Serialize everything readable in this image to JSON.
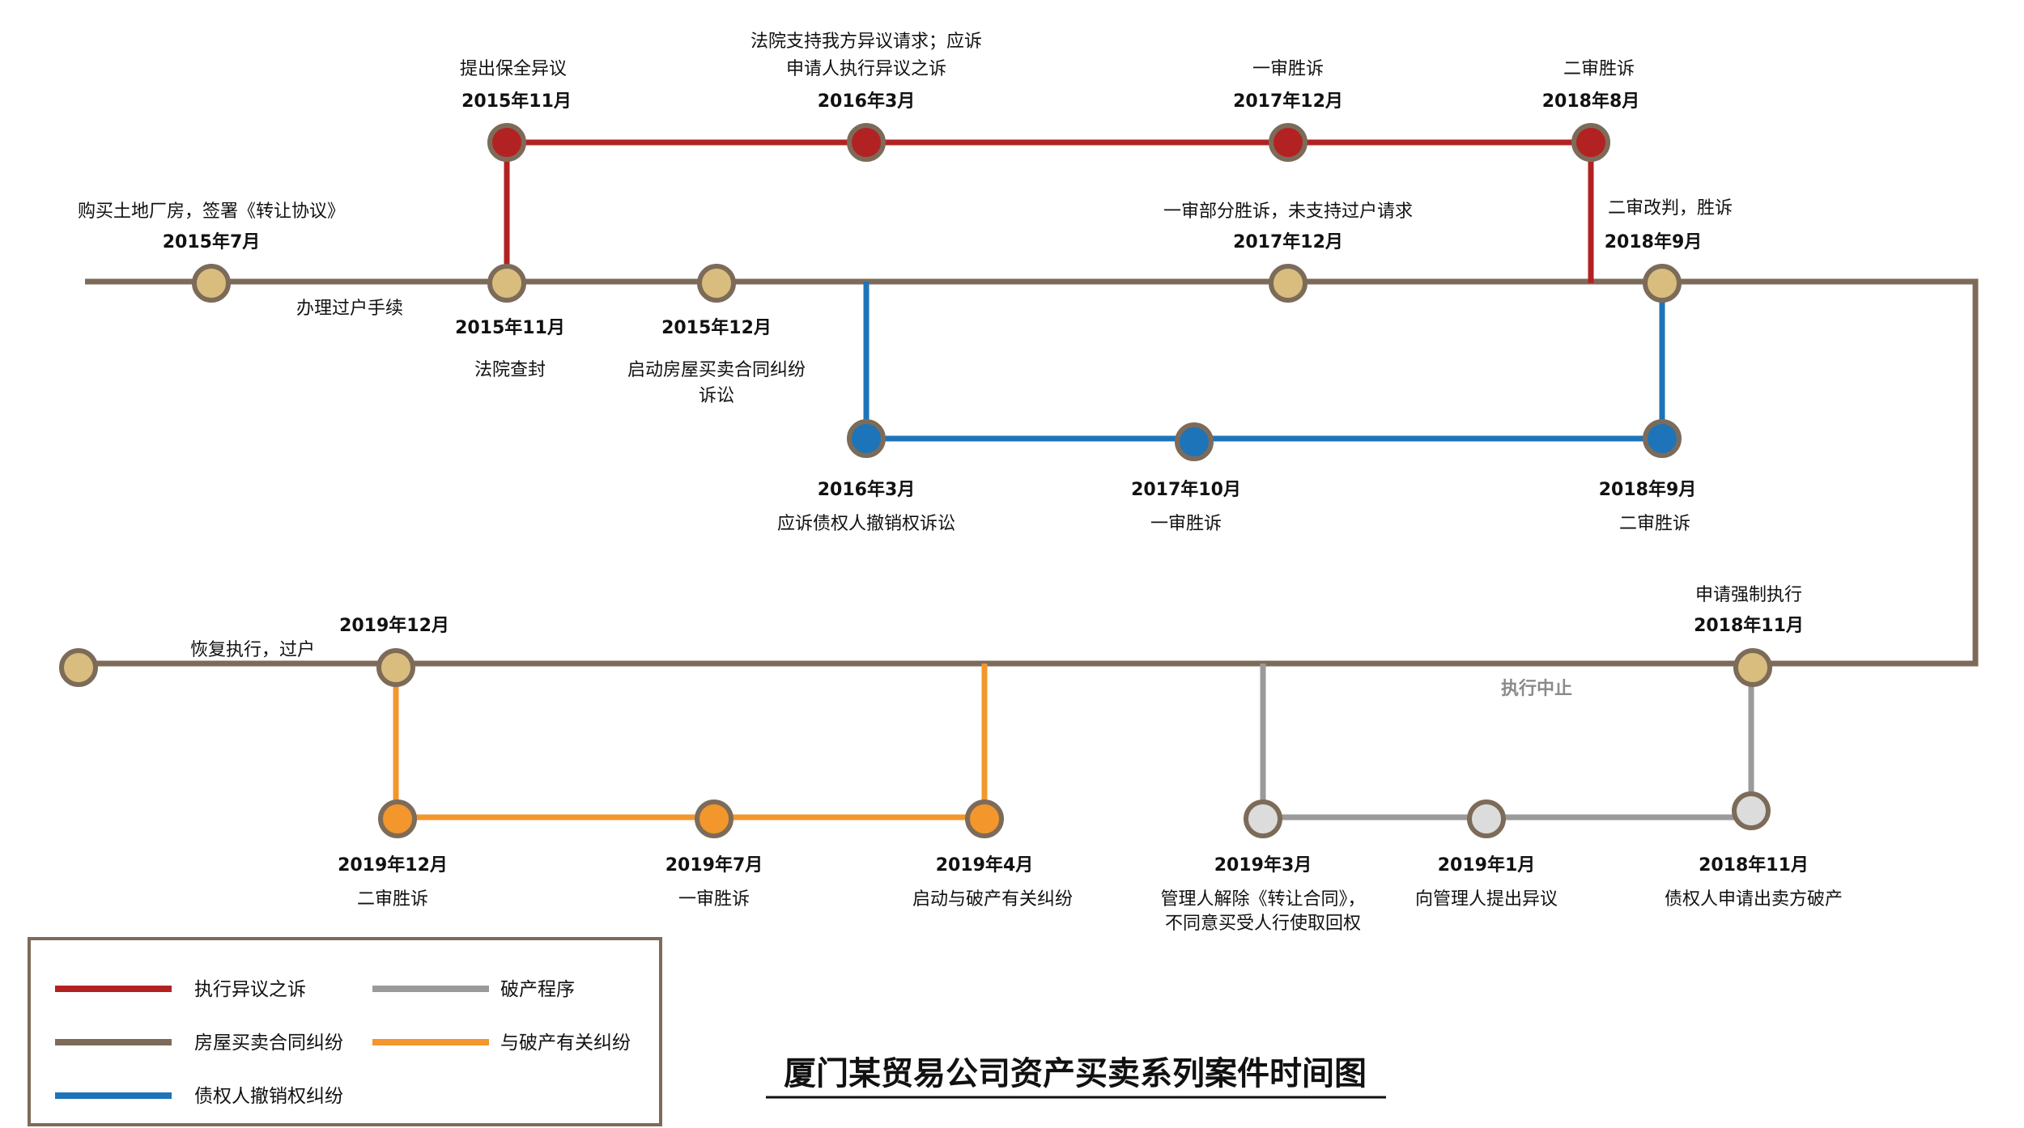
{
  "title": "厦门某贸易公司资产买卖系列案件时间图",
  "colors": {
    "brown": "#7d6b59",
    "red": "#b22222",
    "blue": "#1e74b8",
    "orange": "#f3962c",
    "gray": "#9a9a9a",
    "node_ring": "#7d6b59",
    "fill_brown": "#d9bd7e",
    "fill_red": "#b22222",
    "fill_blue": "#1e74b8",
    "fill_orange": "#f3962c",
    "fill_gray": "#dcdcdc"
  },
  "events": {
    "e1": {
      "text": "购买土地厂房，签署《转让协议》",
      "date": "2015年7月"
    },
    "e2": {
      "text": "办理过户手续"
    },
    "e3": {
      "date": "2015年11月",
      "text": "法院查封"
    },
    "e4": {
      "date": "2015年12月",
      "text1": "启动房屋买卖合同纠纷",
      "text2": "诉讼"
    },
    "e5": {
      "text1": "一审部分胜诉，未支持过户请求",
      "date": "2017年12月"
    },
    "e6": {
      "text": "二审改判，胜诉",
      "date": "2018年9月"
    },
    "r1": {
      "text": "提出保全异议",
      "date": "2015年11月"
    },
    "r2": {
      "text1": "法院支持我方异议请求；应诉",
      "text2": "申请人执行异议之诉",
      "date": "2016年3月"
    },
    "r3": {
      "text": "一审胜诉",
      "date": "2017年12月"
    },
    "r4": {
      "text": "二审胜诉",
      "date": "2018年8月"
    },
    "b1": {
      "date": "2016年3月",
      "text": "应诉债权人撤销权诉讼"
    },
    "b2": {
      "date": "2017年10月",
      "text": "一审胜诉"
    },
    "b3": {
      "date": "2018年9月",
      "text": "二审胜诉"
    },
    "s1": {
      "text": "申请强制执行",
      "date": "2018年11月"
    },
    "s2": {
      "text": "执行中止"
    },
    "s3": {
      "text": "恢复执行，过户",
      "date": "2019年12月"
    },
    "g1": {
      "date": "2018年11月",
      "text": "债权人申请出卖方破产"
    },
    "g2": {
      "date": "2019年1月",
      "text": "向管理人提出异议"
    },
    "g3": {
      "date": "2019年3月",
      "text1": "管理人解除《转让合同》，",
      "text2": "不同意买受人行使取回权"
    },
    "o1": {
      "date": "2019年4月",
      "text": "启动与破产有关纠纷"
    },
    "o2": {
      "date": "2019年7月",
      "text": "一审胜诉"
    },
    "o3": {
      "date": "2019年12月",
      "text": "二审胜诉"
    }
  },
  "legend": [
    {
      "label": "执行异议之诉",
      "color": "#b22222"
    },
    {
      "label": "破产程序",
      "color": "#9a9a9a"
    },
    {
      "label": "房屋买卖合同纠纷",
      "color": "#7d6b59"
    },
    {
      "label": "与破产有关纠纷",
      "color": "#f3962c"
    },
    {
      "label": "债权人撤销权纠纷",
      "color": "#1e74b8"
    }
  ]
}
